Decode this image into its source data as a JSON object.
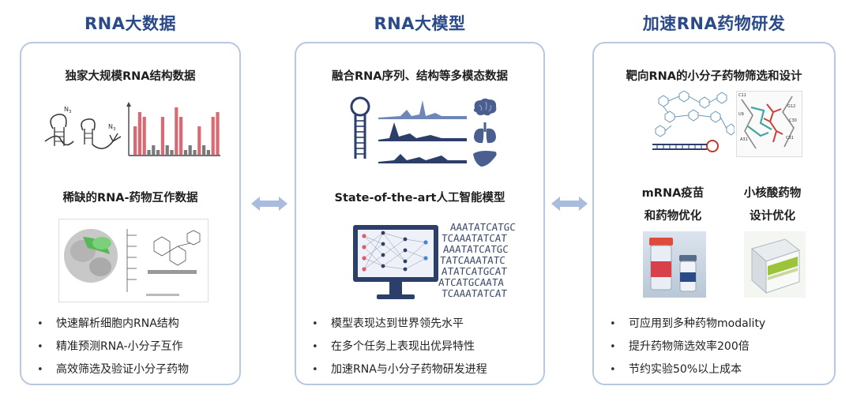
{
  "columns": [
    {
      "title": "RNA大数据",
      "heading1": "独家大规模RNA结构数据",
      "heading2": "稀缺的RNA-药物互作数据",
      "bullets": [
        "快速解析细胞内RNA结构",
        "精准预测RNA-小分子互作",
        "高效筛选及验证小分子药物"
      ]
    },
    {
      "title": "RNA大模型",
      "heading1": "融合RNA序列、结构等多模态数据",
      "heading2": "State-of-the-art人工智能模型",
      "bullets": [
        "模型表现达到世界领先水平",
        "在多个任务上表现出优异特性",
        "加速RNA与小分子药物研发进程"
      ],
      "sequence_lines": [
        "AAATATCATGC",
        "TCAAATATCAT",
        "AAATATCATGC",
        "TATCAAATATC",
        "ATATCATGCAT",
        "ATCATGCAATA",
        "TCAAATATCAT"
      ]
    },
    {
      "title": "加速RNA药物研发",
      "heading1": "靶向RNA的小分子药物筛选和设计",
      "sub_left": [
        "mRNA疫苗",
        "和药物优化"
      ],
      "sub_right": [
        "小核酸药物",
        "设计优化"
      ],
      "bullets": [
        "可应用到多种药物modality",
        "提升药物筛选效率200倍",
        "节约实验50%以上成本"
      ]
    }
  ],
  "chart_data": {
    "type": "bar",
    "values": [
      6,
      9,
      8,
      1,
      2,
      1,
      8,
      2,
      1,
      10,
      8,
      1,
      2,
      1,
      6,
      2,
      1,
      8,
      9
    ],
    "highlight": [
      true,
      true,
      true,
      false,
      false,
      false,
      true,
      false,
      false,
      true,
      true,
      false,
      false,
      false,
      true,
      false,
      false,
      true,
      true
    ],
    "colors": {
      "highlight": "#d96a73",
      "base": "#7a7a7a"
    }
  },
  "icons": {
    "arrow": "double-arrow-icon"
  },
  "colors": {
    "title": "#2b4a8a",
    "border": "#b8c8e0",
    "arrow": "#a9bcdd"
  }
}
